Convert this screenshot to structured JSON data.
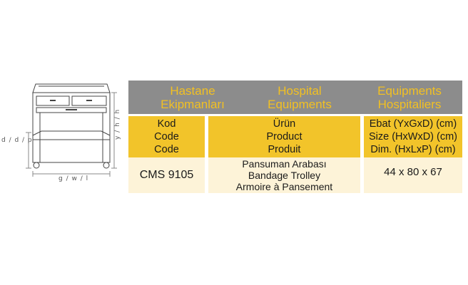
{
  "drawing": {
    "depth_label": "d / d / p",
    "width_label": "g / w / l",
    "height_label": "y / h / h"
  },
  "header": {
    "col1": [
      "Hastane",
      "Ekipmanları"
    ],
    "col2": [
      "Hospital",
      "Equipments"
    ],
    "col3": [
      "Equipments",
      "Hospitaliers"
    ]
  },
  "labels": {
    "col1": [
      "Kod",
      "Code",
      "Code"
    ],
    "col2": [
      "Ürün",
      "Product",
      "Produit"
    ],
    "col3": [
      "Ebat (YxGxD) (cm)",
      "Size (HxWxD) (cm)",
      "Dim. (HxLxP) (cm)"
    ]
  },
  "row": {
    "code": "CMS 9105",
    "product": [
      "Pansuman Arabası",
      "Bandage Trolley",
      "Armoire à Pansement"
    ],
    "dimensions": "44 x 80 x 67"
  },
  "colors": {
    "header_bg": "#8c8c8c",
    "header_text": "#f2c022",
    "label_bg": "#f2c42a",
    "row_bg": "#fdf3d8"
  }
}
